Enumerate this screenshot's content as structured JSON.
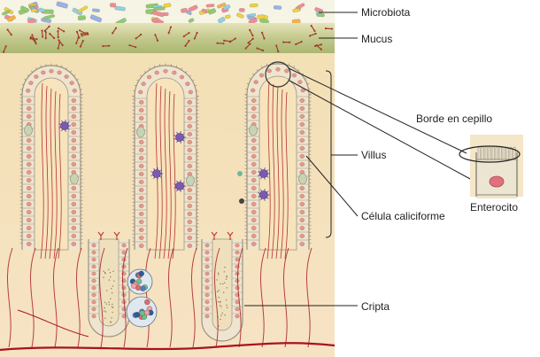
{
  "labels": {
    "microbiota": "Microbiota",
    "mucus": "Mucus",
    "borde": "Borde en cepillo",
    "villus": "Villus",
    "enterocito": "Enterocito",
    "caliciforme": "Célula caliciforme",
    "cripta": "Cripta"
  },
  "colors": {
    "tissue": "#f1dcae",
    "mucus": "#bfc78a",
    "epithelium": "#eee4cf",
    "cell_outline": "#9b9380",
    "nucleus": "#e49a88",
    "vessel": "#a8141c",
    "bacteria_palette": [
      "#f2d23c",
      "#8fd0e8",
      "#f28a96",
      "#8fca72",
      "#f5b04a",
      "#9ab0e8"
    ],
    "immune_cell": "#7a5ab0",
    "line": "#222222"
  }
}
